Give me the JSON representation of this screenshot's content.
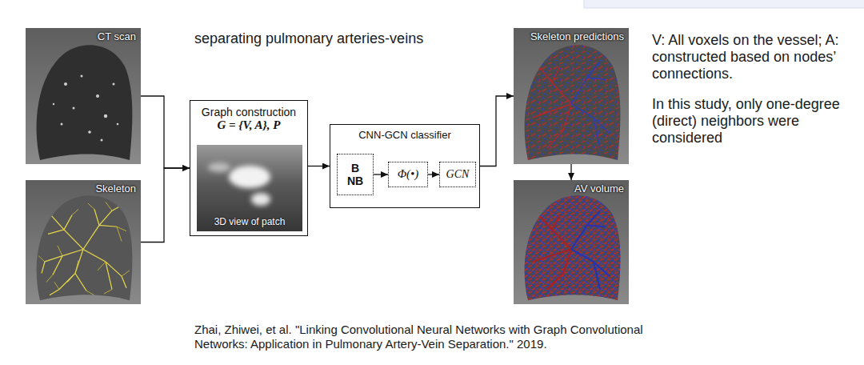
{
  "diagram": {
    "title": "separating pulmonary arteries-veins",
    "caption": "Zhai, Zhiwei, et al. \"Linking Convolutional Neural Networks with Graph Convolutional Networks: Application in Pulmonary Artery-Vein Separation.\" 2019.",
    "nodes": [
      {
        "text": [
          "CT scan"
        ]
      },
      {
        "text": [
          "Skeleton"
        ]
      },
      {
        "text": [
          "Graph construction",
          "G = {V, A}, P"
        ]
      },
      {
        "text": [
          "3D view of patch"
        ],
        "in": 2
      },
      {
        "text": [
          "CNN-GCN classifier"
        ]
      },
      {
        "text": [
          "B NB"
        ],
        "in": 4
      },
      {
        "text": [
          "Φ(•)"
        ],
        "in": 4
      },
      {
        "text": [
          "GCN"
        ],
        "in": 4
      },
      {
        "text": [
          "Skeleton predictions"
        ]
      },
      {
        "text": [
          "AV volume"
        ]
      }
    ],
    "edges": [
      {
        "from": 0,
        "to": 2,
        "arrow": "to"
      },
      {
        "from": 1,
        "to": 2,
        "arrow": "to"
      },
      {
        "from": 2,
        "to": 4,
        "arrow": "to"
      },
      {
        "from": 4,
        "to": 8,
        "arrow": "to"
      },
      {
        "from": 8,
        "to": 9,
        "arrow": "to"
      },
      {
        "from": 5,
        "to": 6,
        "arrow": "to"
      },
      {
        "from": 6,
        "to": 7,
        "arrow": "to"
      }
    ],
    "labels": [
      "V: All voxels on the vessel; A: constructed based on nodes’ connections.",
      "In this study, only one-degree (direct) neighbors were considered"
    ]
  }
}
